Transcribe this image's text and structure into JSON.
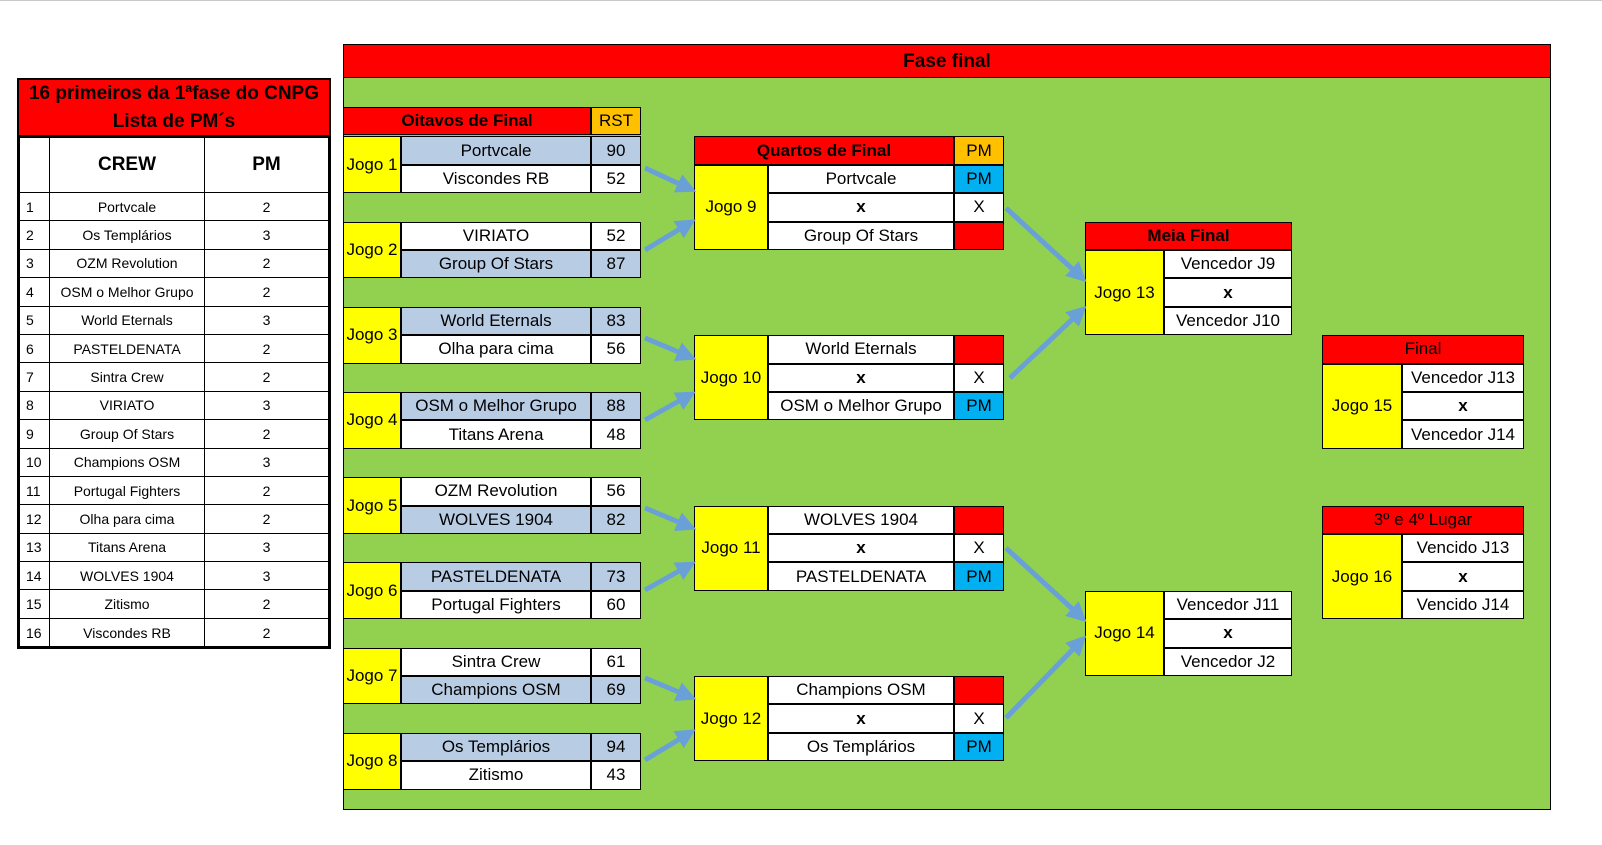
{
  "list": {
    "title_line1": "16 primeiros da 1ªfase do CNPG",
    "title_line2": "Lista de PM´s",
    "col_crew": "CREW",
    "col_pm": "PM",
    "rows": [
      {
        "n": "1",
        "crew": "Portvcale",
        "pm": "2"
      },
      {
        "n": "2",
        "crew": "Os Templários",
        "pm": "3"
      },
      {
        "n": "3",
        "crew": "OZM Revolution",
        "pm": "2"
      },
      {
        "n": "4",
        "crew": "OSM o Melhor Grupo",
        "pm": "2"
      },
      {
        "n": "5",
        "crew": "World Eternals",
        "pm": "3"
      },
      {
        "n": "6",
        "crew": "PASTELDENATA",
        "pm": "2"
      },
      {
        "n": "7",
        "crew": "Sintra Crew",
        "pm": "2"
      },
      {
        "n": "8",
        "crew": "VIRIATO",
        "pm": "3"
      },
      {
        "n": "9",
        "crew": "Group Of Stars",
        "pm": "2"
      },
      {
        "n": "10",
        "crew": "Champions OSM",
        "pm": "3"
      },
      {
        "n": "11",
        "crew": "Portugal Fighters",
        "pm": "2"
      },
      {
        "n": "12",
        "crew": "Olha para cima",
        "pm": "2"
      },
      {
        "n": "13",
        "crew": "Titans Arena",
        "pm": "3"
      },
      {
        "n": "14",
        "crew": "WOLVES 1904",
        "pm": "3"
      },
      {
        "n": "15",
        "crew": "Zitismo",
        "pm": "2"
      },
      {
        "n": "16",
        "crew": "Viscondes RB",
        "pm": "2"
      }
    ]
  },
  "bracket": {
    "title": "Fase final",
    "r16_header": "Oitavos de Final",
    "r16_rst": "RST",
    "r16": [
      {
        "jogo": "Jogo 1",
        "a": "Portvcale",
        "sa": "90",
        "b": "Viscondes RB",
        "sb": "52",
        "win": "a"
      },
      {
        "jogo": "Jogo 2",
        "a": "VIRIATO",
        "sa": "52",
        "b": "Group Of Stars",
        "sb": "87",
        "win": "b"
      },
      {
        "jogo": "Jogo 3",
        "a": "World Eternals",
        "sa": "83",
        "b": "Olha para cima",
        "sb": "56",
        "win": "a"
      },
      {
        "jogo": "Jogo 4",
        "a": "OSM o Melhor Grupo",
        "sa": "88",
        "b": "Titans Arena",
        "sb": "48",
        "win": "a"
      },
      {
        "jogo": "Jogo 5",
        "a": "OZM Revolution",
        "sa": "56",
        "b": "WOLVES 1904",
        "sb": "82",
        "win": "b"
      },
      {
        "jogo": "Jogo 6",
        "a": "PASTELDENATA",
        "sa": "73",
        "b": "Portugal Fighters",
        "sb": "60",
        "win": "a"
      },
      {
        "jogo": "Jogo 7",
        "a": "Sintra Crew",
        "sa": "61",
        "b": "Champions OSM",
        "sb": "69",
        "win": "b"
      },
      {
        "jogo": "Jogo 8",
        "a": "Os Templários",
        "sa": "94",
        "b": "Zitismo",
        "sb": "43",
        "win": "a"
      }
    ],
    "qf_header": "Quartos de Final",
    "qf_pm": "PM",
    "qf": [
      {
        "jogo": "Jogo 9",
        "a": "Portvcale",
        "pa": "PM",
        "x": "x",
        "px": "X",
        "b": "Group Of Stars",
        "pb": ""
      },
      {
        "jogo": "Jogo 10",
        "a": "World Eternals",
        "pa": "",
        "x": "x",
        "px": "X",
        "b": "OSM o Melhor Grupo",
        "pb": "PM"
      },
      {
        "jogo": "Jogo 11",
        "a": "WOLVES 1904",
        "pa": "",
        "x": "x",
        "px": "X",
        "b": "PASTELDENATA",
        "pb": "PM"
      },
      {
        "jogo": "Jogo 12",
        "a": "Champions OSM",
        "pa": "",
        "x": "x",
        "px": "X",
        "b": "Os Templários",
        "pb": "PM"
      }
    ],
    "sf_header": "Meia Final",
    "sf": [
      {
        "jogo": "Jogo 13",
        "a": "Vencedor J9",
        "x": "x",
        "b": "Vencedor J10"
      },
      {
        "jogo": "Jogo 14",
        "a": "Vencedor J11",
        "x": "x",
        "b": "Vencedor J2"
      }
    ],
    "final_header": "Final",
    "final": {
      "jogo": "Jogo 15",
      "a": "Vencedor J13",
      "x": "x",
      "b": "Vencedor J14"
    },
    "third_header": "3º e 4º Lugar",
    "third": {
      "jogo": "Jogo 16",
      "a": "Vencido J13",
      "x": "x",
      "b": "Vencido J14"
    }
  }
}
